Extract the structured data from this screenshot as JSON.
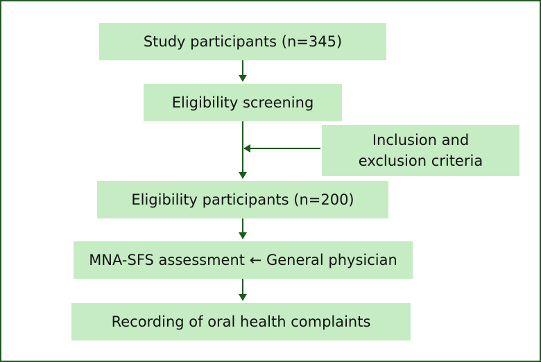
{
  "diagram": {
    "nodes": {
      "study_participants": "Study participants (n=345)",
      "eligibility_screening": "Eligibility screening",
      "inclusion_exclusion_line1": "Inclusion and",
      "inclusion_exclusion_line2": "exclusion criteria",
      "eligibility_participants": "Eligibility participants (n=200)",
      "mna_sfs_assessment": "MNA-SFS assessment ← General physician",
      "recording_complaints": "Recording of oral health complaints"
    },
    "edges": [
      {
        "from": "study_participants",
        "to": "eligibility_screening"
      },
      {
        "from": "eligibility_screening",
        "to": "eligibility_participants"
      },
      {
        "from": "inclusion_exclusion",
        "to": "eligibility_screening_line"
      },
      {
        "from": "eligibility_participants",
        "to": "mna_sfs_assessment"
      },
      {
        "from": "mna_sfs_assessment",
        "to": "recording_complaints"
      }
    ],
    "colors": {
      "box_fill": "#c6ecc4",
      "arrow": "#1e5a1e",
      "border": "#1e5a1e",
      "text": "#111111"
    }
  }
}
